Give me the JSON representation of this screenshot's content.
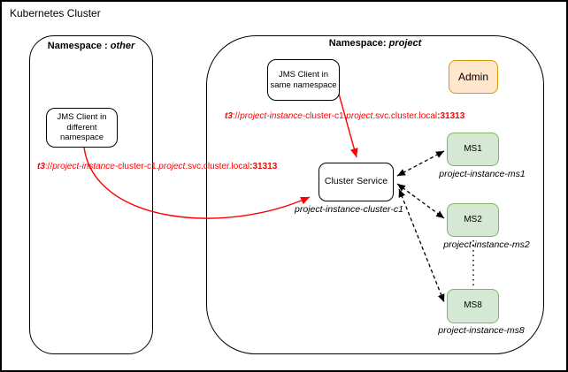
{
  "title": "Kubernetes Cluster",
  "colors": {
    "red_arrow": "#FF0000",
    "ms_fill": "#D5E8D4",
    "ms_stroke": "#82B366",
    "admin_fill": "#FFE6CC",
    "admin_stroke": "#D79B00",
    "line_black": "#000000"
  },
  "namespace_other": {
    "label_prefix": "Namespace :",
    "label_name": "other",
    "jms_client_line1": "JMS Client in",
    "jms_client_line2": "different",
    "jms_client_line3": "namespace",
    "url": {
      "scheme": "t3",
      "sep": "://",
      "host_a": "project-instance-",
      "host_b": "cluster-c1.",
      "host_c": "project",
      "host_d": ".svc.cluster.local",
      "port": ":31313"
    }
  },
  "namespace_project": {
    "label_prefix": "Namespace:",
    "label_name": "project",
    "jms_client_line1": "JMS Client in",
    "jms_client_line2": "same namespace",
    "admin_label": "Admin",
    "cluster_service_label": "Cluster Service",
    "cluster_service_name": "project-instance-cluster-c1",
    "url": {
      "scheme": "t3",
      "sep": "://",
      "host_a": "project-instance-",
      "host_b": "cluster-c1.",
      "host_c": "project",
      "host_d": ".svc.cluster.local",
      "port": ":31313"
    },
    "managed_servers": [
      {
        "label": "MS1",
        "name": "project-instance-ms1"
      },
      {
        "label": "MS2",
        "name": "project-instance-ms2"
      },
      {
        "label": "MS8",
        "name": "project-instance-ms8"
      }
    ]
  }
}
